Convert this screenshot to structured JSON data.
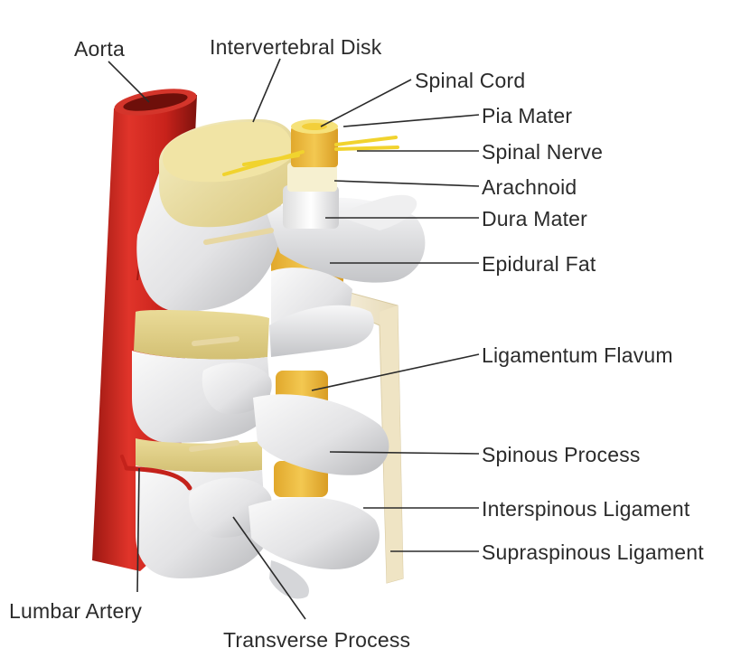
{
  "labels": {
    "aorta": "Aorta",
    "intervertebral_disk": "Intervertebral Disk",
    "spinal_cord": "Spinal Cord",
    "pia_mater": "Pia Mater",
    "spinal_nerve": "Spinal Nerve",
    "arachnoid": "Arachnoid",
    "dura_mater": "Dura Mater",
    "epidural_fat": "Epidural Fat",
    "ligamentum_flavum": "Ligamentum Flavum",
    "spinous_process": "Spinous Process",
    "interspinous_ligament": "Interspinous Ligament",
    "supraspinous_ligament": "Supraspinous Ligament",
    "lumbar_artery": "Lumbar Artery",
    "transverse_process": "Transverse Process"
  },
  "colors": {
    "aorta": "#d42a22",
    "aorta_dark": "#8e1510",
    "bone": "#e9e9ea",
    "bone_shadow": "#b9babd",
    "disk": "#efe3a6",
    "disk_dark": "#d8c77c",
    "cord": "#f2d64a",
    "fat": "#ebb738",
    "ligament": "#f4ecd6",
    "leader_line": "#2b2b2b",
    "text": "#2b2b2b"
  }
}
